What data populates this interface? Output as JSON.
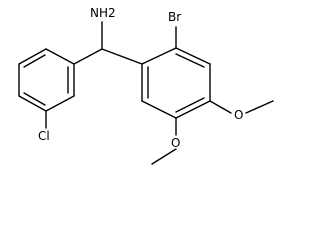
{
  "structure": {
    "labels": {
      "amine": "NH2",
      "bromine": "Br",
      "chlorine": "Cl",
      "oxygen_upper": "O",
      "oxygen_lower": "O"
    },
    "colors": {
      "bond": "#000000",
      "text": "#000000",
      "background": "#ffffff"
    }
  }
}
